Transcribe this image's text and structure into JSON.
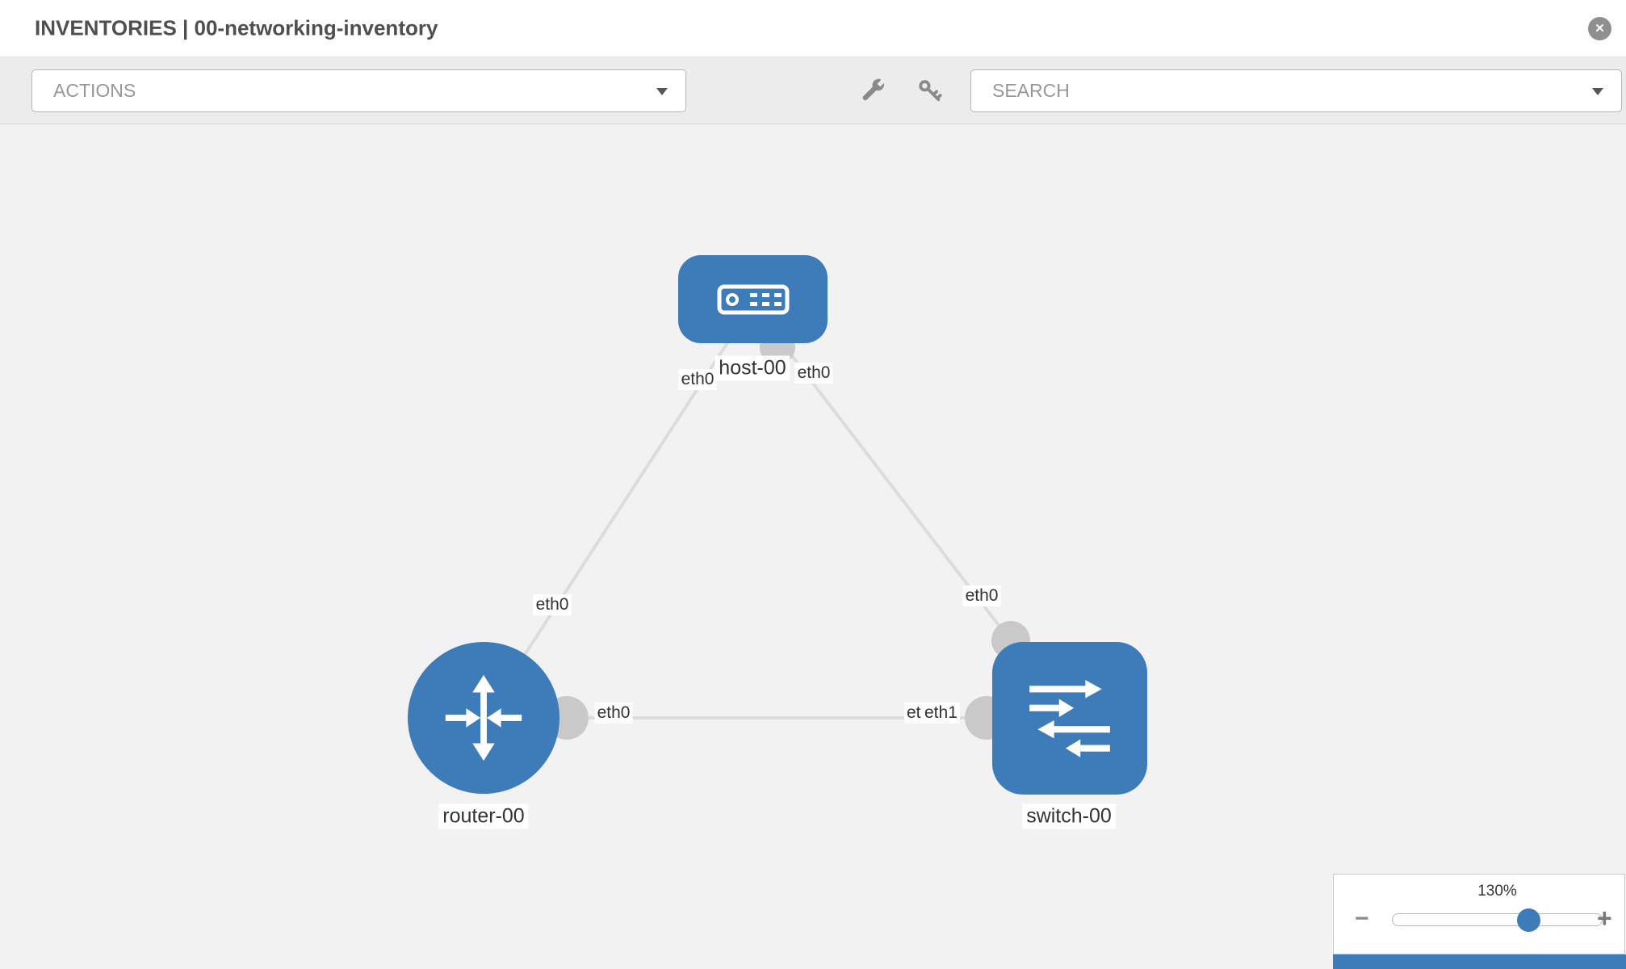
{
  "header": {
    "title": "INVENTORIES | 00-networking-inventory",
    "close_label": "✕"
  },
  "toolbar": {
    "actions_label": "ACTIONS",
    "search_label": "SEARCH",
    "icons": [
      "wrench-icon",
      "key-icon"
    ]
  },
  "topology": {
    "nodes": [
      {
        "id": "host-00",
        "type": "host",
        "label": "host-00"
      },
      {
        "id": "router-00",
        "type": "router",
        "label": "router-00"
      },
      {
        "id": "switch-00",
        "type": "switch",
        "label": "switch-00"
      }
    ],
    "links": [
      {
        "from": "host-00",
        "to": "router-00",
        "from_label": "eth0",
        "to_label": "eth0"
      },
      {
        "from": "host-00",
        "to": "switch-00",
        "from_label": "eth0",
        "to_label": "eth0"
      },
      {
        "from": "router-00",
        "to": "switch-00",
        "from_label": "eth0",
        "to_label": "eth1",
        "to_label_overlap": "eth1"
      }
    ]
  },
  "zoom": {
    "level": "130%",
    "minus_label": "−",
    "plus_label": "+"
  },
  "colors": {
    "node_blue": "#3e7cb9",
    "link_gray": "#dcdcdc",
    "port_gray": "#c9c9c9",
    "canvas_bg": "#f2f2f2"
  }
}
